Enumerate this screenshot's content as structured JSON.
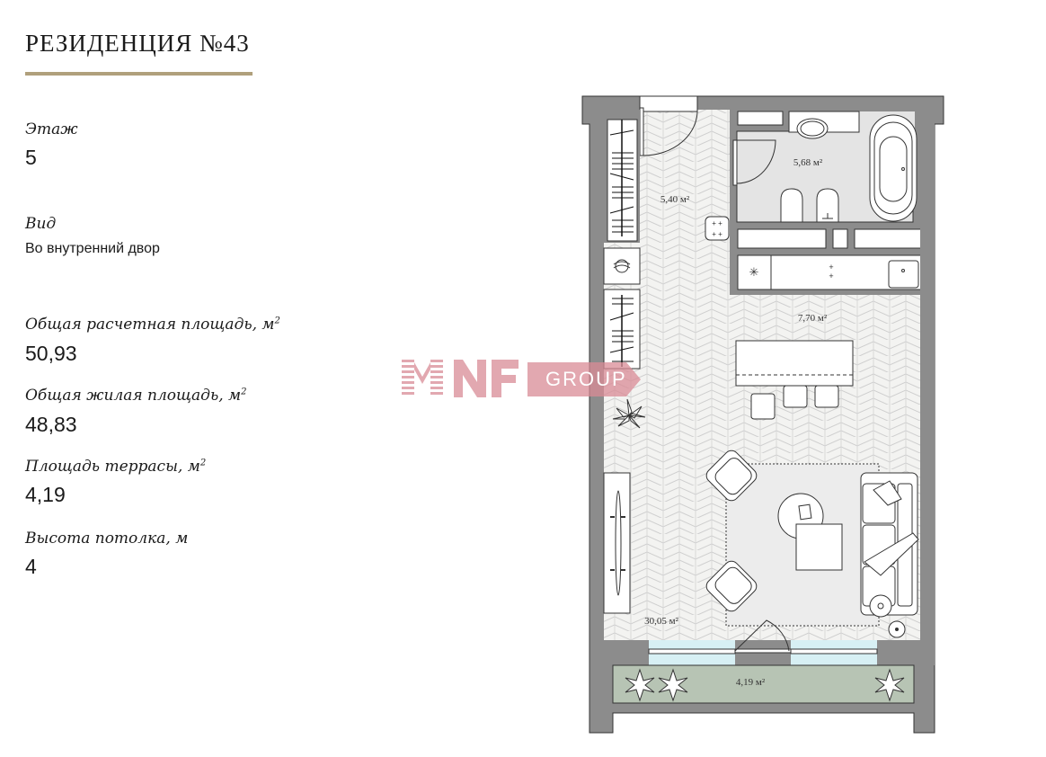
{
  "header": {
    "title": "РЕЗИДЕНЦИЯ №43",
    "accent_color": "#b0a07c"
  },
  "specs": [
    {
      "label": "Этаж",
      "value": "5"
    },
    {
      "label": "Вид",
      "value": "Во внутренний двор"
    },
    {
      "label": "Общая расчетная площадь, м",
      "sup": "2",
      "value": "50,93"
    },
    {
      "label": "Общая жилая площадь, м",
      "sup": "2",
      "value": "48,83"
    },
    {
      "label": "Площадь террасы, м",
      "sup": "2",
      "value": "4,19"
    },
    {
      "label": "Высота потолка, м",
      "value": "4"
    }
  ],
  "watermark": {
    "brand": "NF",
    "suffix": "GROUP",
    "color": "#d98b96"
  },
  "floorplan": {
    "rooms": [
      {
        "name": "hallway",
        "area": "5,40 м²"
      },
      {
        "name": "bathroom",
        "area": "5,68 м²"
      },
      {
        "name": "kitchen",
        "area": "7,70 м²"
      },
      {
        "name": "living-room",
        "area": "30,05 м²"
      },
      {
        "name": "terrace",
        "area": "4,19 м²"
      }
    ],
    "colors": {
      "wall": "#8c8c8c",
      "floor": "#f2f2f0",
      "bathroom_floor": "#e4e4e4",
      "terrace": "#b7c4b4",
      "glass": "#d7f0f4",
      "rug": "#ececec"
    }
  }
}
